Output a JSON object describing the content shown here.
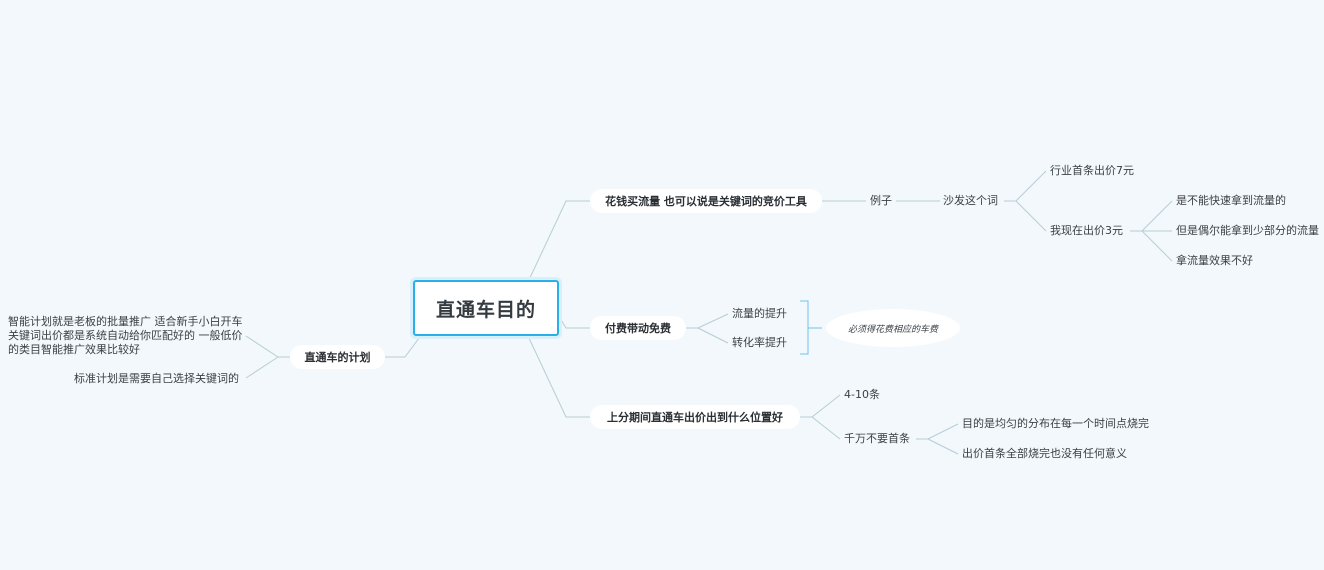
{
  "root": {
    "title": "直通车目的"
  },
  "branches": {
    "buy_traffic": {
      "label": "花钱买流量 也可以说是关键词的竞价工具",
      "example": "例子",
      "sofa": "沙发这个词",
      "industry_top": "行业首条出价7元",
      "my_bid": "我现在出价3元",
      "cannot_fast": "是不能快速拿到流量的",
      "occasional": "但是偶尔能拿到少部分的流量",
      "poor_effect": "拿流量效果不好"
    },
    "paid_free": {
      "label": "付费带动免费",
      "traffic_up": "流量的提升",
      "conversion_up": "转化率提升",
      "note": "必须得花费相应的车费"
    },
    "bid_position": {
      "label": "上分期间直通车出价出到什么位置好",
      "range": "4-10条",
      "not_top": "千万不要首条",
      "purpose": "目的是均匀的分布在每一个时间点烧完",
      "meaningless": "出价首条全部烧完也没有任何意义"
    },
    "plan": {
      "label": "直通车的计划",
      "smart": "智能计划就是老板的批量推广  适合新手小白开车 关键词出价都是系统自动给你匹配好的  一般低价的类目智能推广效果比较好",
      "standard": "标准计划是需要自己选择关键词的"
    }
  },
  "colors": {
    "background": "#f2f8fb",
    "root_border": "#2ab0e8",
    "link": "#b8cdd6",
    "bracket": "#6fc3e8"
  }
}
